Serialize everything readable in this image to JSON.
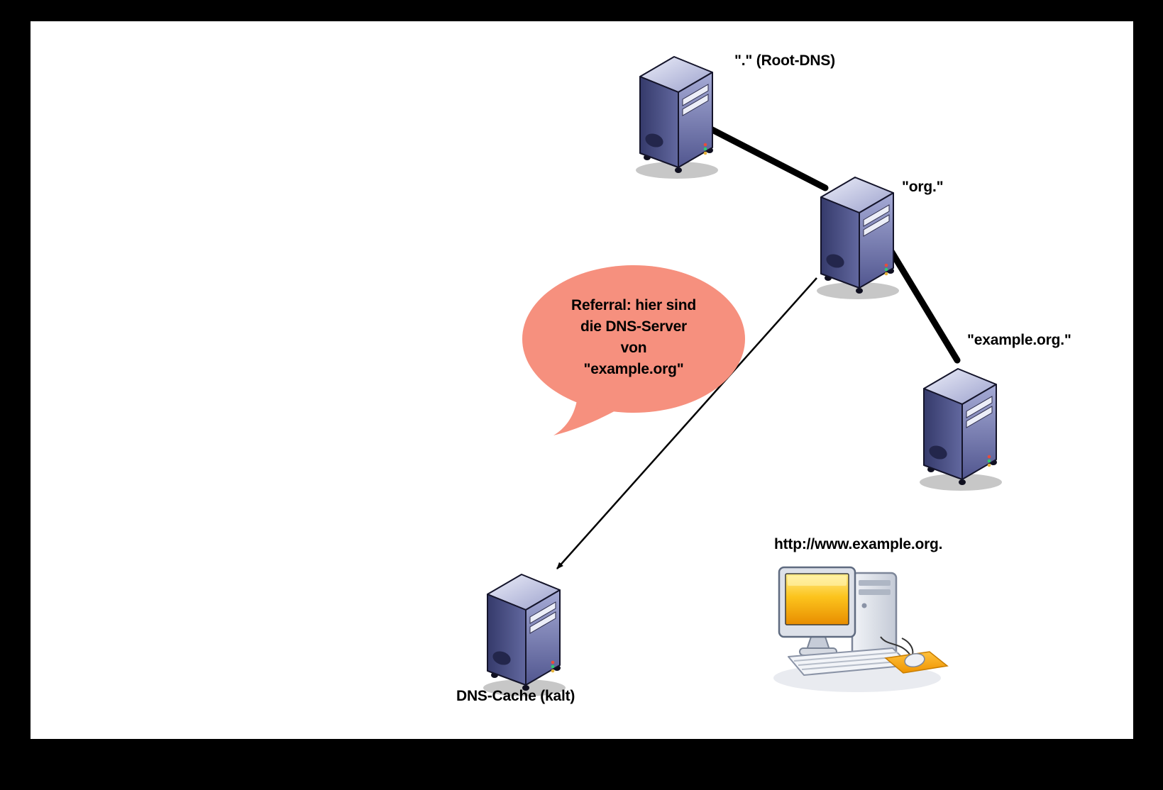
{
  "labels": {
    "root_dns": "\".\" (Root-DNS)",
    "org": "\"org.\"",
    "example_org": "\"example.org.\"",
    "dns_cache": "DNS-Cache (kalt)",
    "url": "http://www.example.org."
  },
  "bubble": {
    "lines": [
      "Referral: hier sind",
      "die DNS-Server",
      "von",
      "\"example.org\""
    ]
  },
  "colors": {
    "bubble_fill": "#f6907e",
    "server_front": "#353a6b",
    "server_side": "#a6abd6",
    "server_top": "#eceef9",
    "screen_yellow": "#fcc41d",
    "mousepad_orange": "#f5a800",
    "connector": "#000000",
    "background": "#000000",
    "canvas": "#ffffff"
  },
  "icons": {
    "root": "server-tower-icon",
    "org": "server-tower-icon",
    "example": "server-tower-icon",
    "cache": "server-tower-icon",
    "client": "desktop-computer-icon"
  }
}
